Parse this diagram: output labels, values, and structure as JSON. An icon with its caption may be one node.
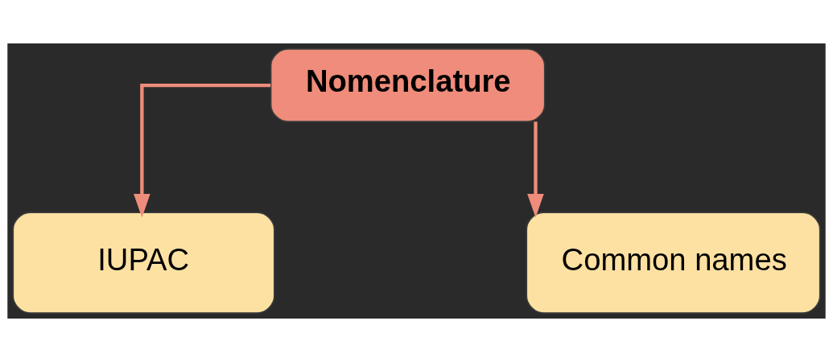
{
  "diagram": {
    "nodes": [
      {
        "text": [
          "Nomenclature"
        ]
      },
      {
        "text": [
          "IUPAC"
        ]
      },
      {
        "text": [
          "Common names"
        ]
      }
    ],
    "edges": [
      {
        "from": 0,
        "to": 1,
        "arrow": "to"
      },
      {
        "from": 0,
        "to": 2,
        "arrow": "to"
      }
    ]
  }
}
